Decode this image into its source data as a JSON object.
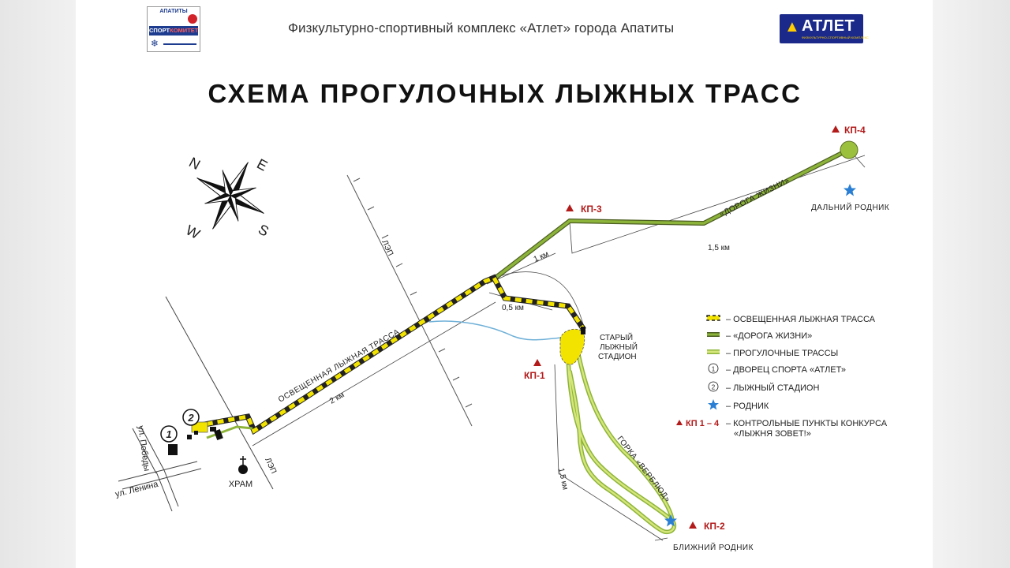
{
  "header": {
    "org_text": "Физкультурно-спортивный комплекс «Атлет» города Апатиты",
    "title": "СХЕМА ПРОГУЛОЧНЫХ ЛЫЖНЫХ ТРАСС"
  },
  "logos": {
    "left": {
      "top_word": "АПАТИТЫ",
      "band_part1": "СПОРТ",
      "band_part2": "КОМИТЕТ"
    },
    "right": {
      "word": "АТЛЕТ",
      "subtitle": "ФИЗКУЛЬТУРНО-СПОРТИВНЫЙ КОМПЛЕКС"
    }
  },
  "compass": {
    "n": "N",
    "e": "E",
    "s": "S",
    "w": "W"
  },
  "map_labels": {
    "lighted_track": "ОСВЕЩЕННАЯ ЛЫЖНАЯ ТРАССА",
    "dist_2km": "2 км",
    "dist_05km": "0,5 км",
    "dist_1km": "1 км",
    "dist_15km_top": "1,5 км",
    "dist_15km_bottom": "1,5 км",
    "power_line_1": "ЛЭП",
    "power_line_2": "ЛЭП",
    "road_of_life": "«ДОРОГА ЖИЗНИ»",
    "camel_hill": "ГОРКА «ВЕРБЛЮД»",
    "old_stadium_l1": "СТАРЫЙ",
    "old_stadium_l2": "ЛЫЖНЫЙ",
    "old_stadium_l3": "СТАДИОН",
    "far_spring": "ДАЛЬНИЙ РОДНИК",
    "near_spring": "БЛИЖНИЙ РОДНИК",
    "temple": "ХРАМ",
    "street_pobedy": "ул. Победы",
    "street_lenina": "ул. Ленина",
    "marker_1": "1",
    "marker_2": "2"
  },
  "checkpoints": [
    {
      "label": "КП-1"
    },
    {
      "label": "КП-2"
    },
    {
      "label": "КП-3"
    },
    {
      "label": "КП-4"
    }
  ],
  "legend": [
    {
      "symbol": "lighted",
      "text": "– ОСВЕЩЕННАЯ ЛЫЖНАЯ ТРАССА"
    },
    {
      "symbol": "road",
      "text": "– «ДОРОГА ЖИЗНИ»"
    },
    {
      "symbol": "walk",
      "text": "– ПРОГУЛОЧНЫЕ ТРАССЫ"
    },
    {
      "symbol": "circle1",
      "glyph": "1",
      "text": "– ДВОРЕЦ СПОРТА «АТЛЕТ»"
    },
    {
      "symbol": "circle2",
      "glyph": "2",
      "text": "– ЛЫЖНЫЙ СТАДИОН"
    },
    {
      "symbol": "star",
      "text": "– РОДНИК"
    },
    {
      "symbol": "cp",
      "glyph": "КП 1 – 4",
      "text": "– КОНТРОЛЬНЫЕ ПУНКТЫ КОНКУРСА",
      "text2": "«ЛЫЖНЯ ЗОВЕТ!»"
    }
  ],
  "colors": {
    "track_green": "#8db43a",
    "track_light": "#d5e67a",
    "lighted_yellow": "#f2e400",
    "checkpoint_red": "#b31a1a",
    "spring_blue": "#2a7fd4",
    "stream_blue": "#6fb0d8"
  }
}
